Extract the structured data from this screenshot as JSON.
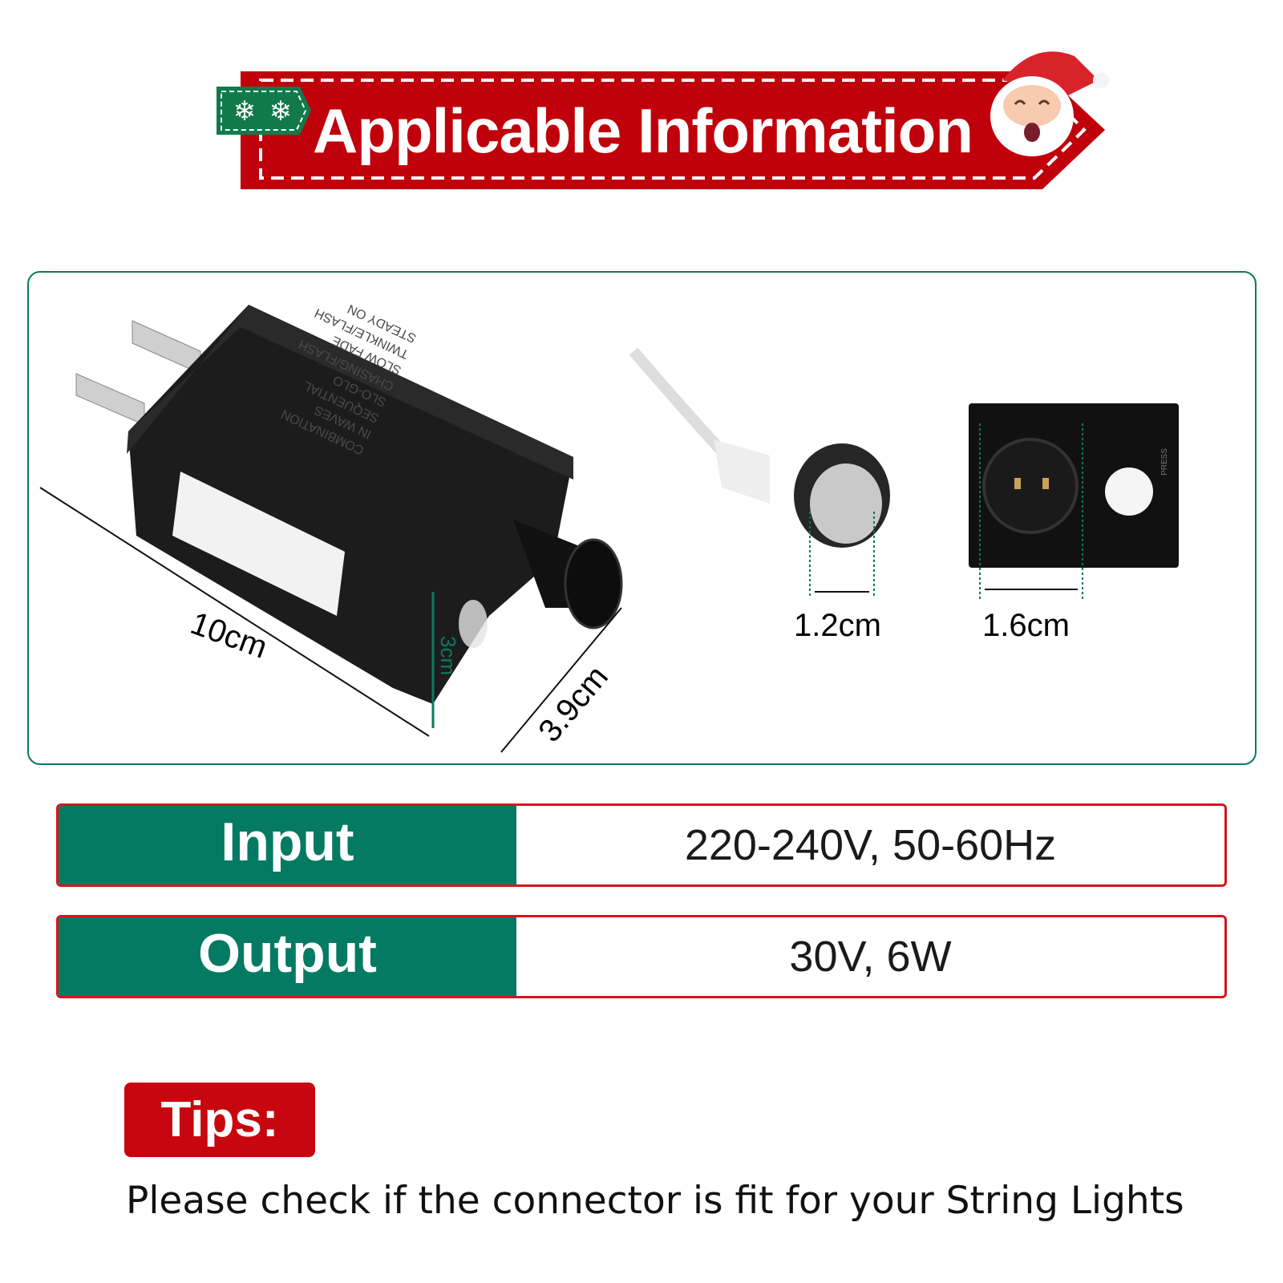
{
  "banner": {
    "title": "Applicable Information",
    "color": "#c0000a",
    "tag_color": "#127a4a"
  },
  "product": {
    "mode_labels": [
      "COMBINATION",
      "IN WAVES",
      "SEQUENTIAL",
      "SLO-GLO",
      "CHASING/FLASH",
      "SLOW FADE",
      "TWINKLE/FLASH",
      "STEADY ON"
    ],
    "dimensions": {
      "length": "10cm",
      "width": "3.9cm",
      "height": "3cm",
      "plug_diameter": "1.2cm",
      "socket_diameter": "1.6cm"
    },
    "press_label": "PRESS"
  },
  "specs": [
    {
      "label": "Input",
      "value": "220-240V, 50-60Hz"
    },
    {
      "label": "Output",
      "value": "30V, 6W"
    }
  ],
  "tips": {
    "title": "Tips:",
    "text": "Please check if the connector is fit for your String Lights"
  },
  "colors": {
    "accent_red": "#d4161e",
    "accent_green": "#047a63"
  }
}
